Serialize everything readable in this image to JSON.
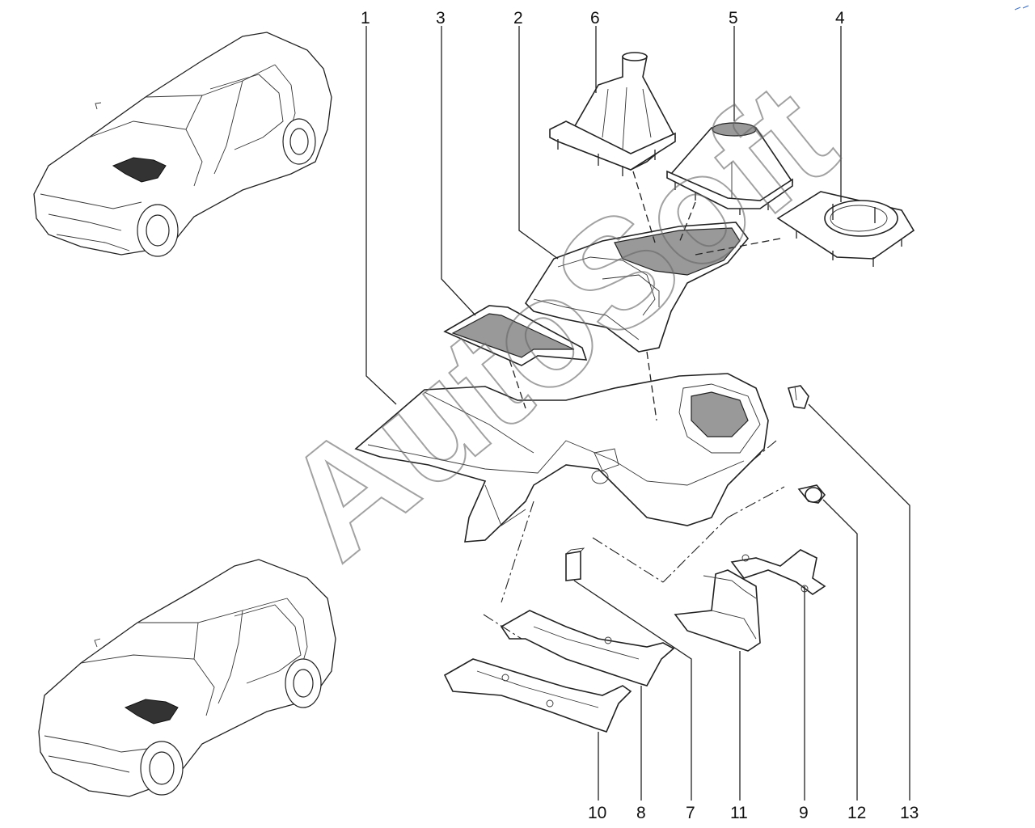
{
  "watermark": "AutoSoft",
  "corner_mark": "",
  "callouts": [
    {
      "id": "c1",
      "label": "1"
    },
    {
      "id": "c3",
      "label": "3"
    },
    {
      "id": "c2",
      "label": "2"
    },
    {
      "id": "c6",
      "label": "6"
    },
    {
      "id": "c5",
      "label": "5"
    },
    {
      "id": "c4",
      "label": "4"
    },
    {
      "id": "c10",
      "label": "10"
    },
    {
      "id": "c8",
      "label": "8"
    },
    {
      "id": "c7",
      "label": "7"
    },
    {
      "id": "c11",
      "label": "11"
    },
    {
      "id": "c9",
      "label": "9"
    },
    {
      "id": "c12",
      "label": "12"
    },
    {
      "id": "c13",
      "label": "13"
    }
  ]
}
